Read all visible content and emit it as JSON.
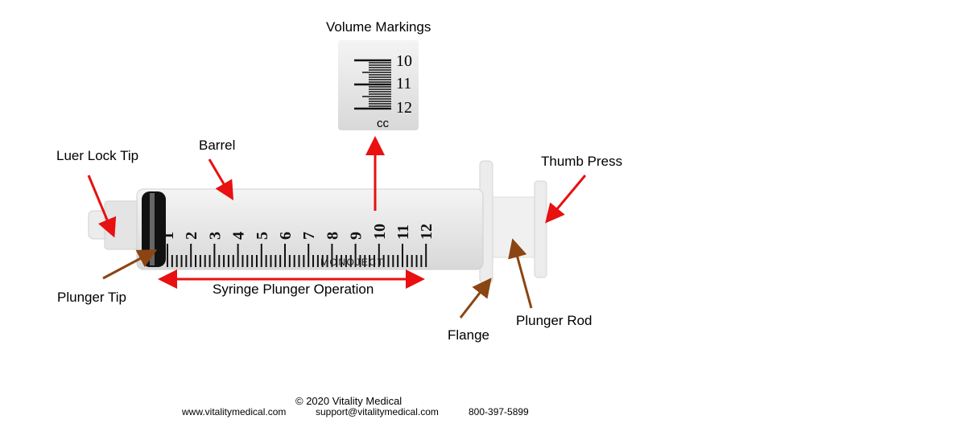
{
  "labels": {
    "volume_markings": "Volume Markings",
    "luer_lock_tip": "Luer Lock Tip",
    "barrel": "Barrel",
    "thumb_press": "Thumb Press",
    "plunger_tip": "Plunger Tip",
    "syringe_plunger_operation": "Syringe Plunger Operation",
    "flange": "Flange",
    "plunger_rod": "Plunger Rod"
  },
  "syringe": {
    "scale_numbers": [
      "1",
      "2",
      "3",
      "4",
      "5",
      "6",
      "7",
      "8",
      "9",
      "10",
      "11",
      "12"
    ],
    "brand": "MONOJECT",
    "unit": "cc",
    "inset_numbers": [
      "10",
      "11",
      "12"
    ]
  },
  "footer": {
    "copyright": "© 2020    Vitality Medical",
    "website": "www.vitalitymedical.com",
    "email": "support@vitalitymedical.com",
    "phone": "800-397-5899"
  },
  "colors": {
    "red_arrow": "#e81010",
    "brown_arrow": "#8b4513"
  }
}
